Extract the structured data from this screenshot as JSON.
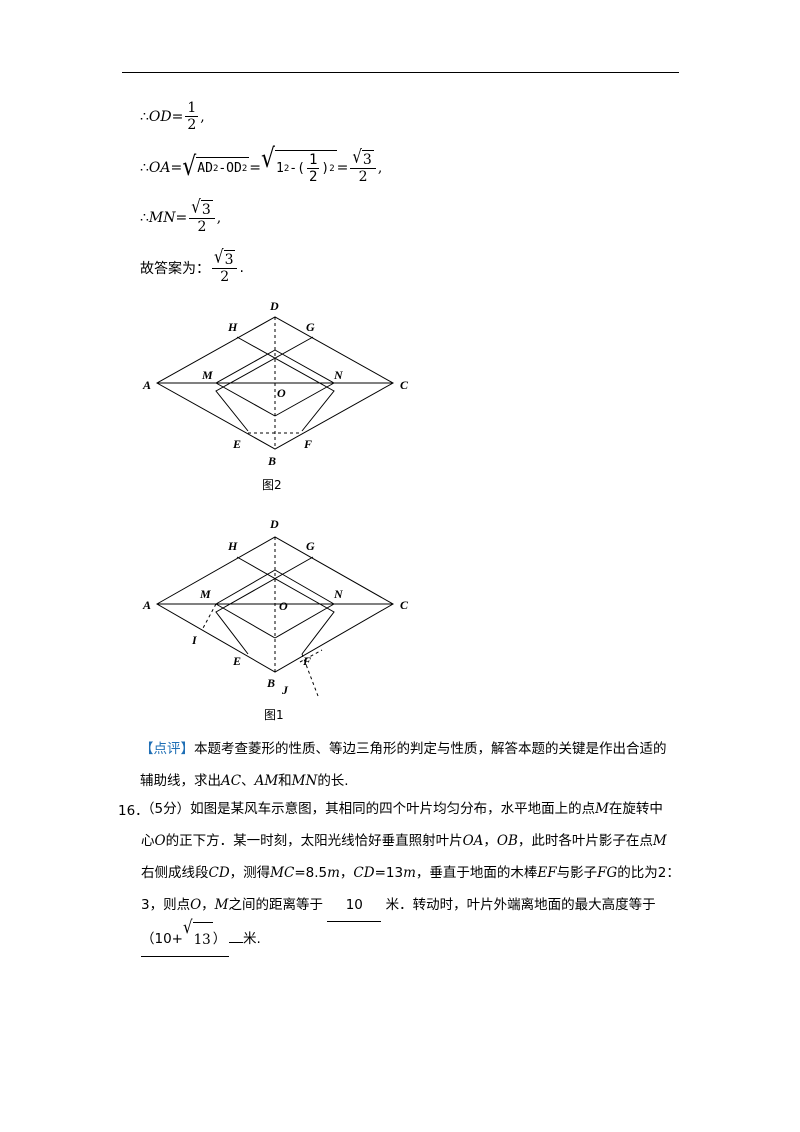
{
  "formula1": {
    "prefix": "∴",
    "lhs": "OD",
    "eq": "=",
    "num": "1",
    "den": "2",
    "tail": ","
  },
  "formula2": {
    "prefix": "∴",
    "lhs": "OA",
    "eq1": "=",
    "sqrt1": "AD",
    "sqrt1_b": "-OD",
    "exp": "2",
    "eq2": "=",
    "sqrt2_a": "1",
    "sqrt2_b": "-(",
    "sqrt2_num": "1",
    "sqrt2_den": "2",
    "sqrt2_c": ")",
    "eq3": "=",
    "res_num": "3",
    "res_den": "2",
    "tail": ","
  },
  "formula3": {
    "prefix": "∴",
    "lhs": "MN",
    "eq": "=",
    "num": "3",
    "den": "2",
    "tail": ","
  },
  "answer": {
    "label": "故答案为：",
    "num": "3",
    "den": "2",
    "tail": "."
  },
  "figure2": {
    "caption": "图2",
    "labels": {
      "A": "A",
      "B": "B",
      "C": "C",
      "D": "D",
      "E": "E",
      "F": "F",
      "G": "G",
      "H": "H",
      "M": "M",
      "N": "N",
      "O": "O"
    }
  },
  "figure1": {
    "caption": "图1",
    "labels": {
      "A": "A",
      "B": "B",
      "C": "C",
      "D": "D",
      "E": "E",
      "F": "F",
      "G": "G",
      "H": "H",
      "M": "M",
      "N": "N",
      "O": "O",
      "I": "I",
      "J": "J"
    }
  },
  "comment": {
    "tag": "【点评】",
    "line1": "本题考查菱形的性质、等边三角形的判定与性质，解答本题的关键是作出合适的",
    "line2_a": "辅助线，求出",
    "ac": "AC",
    "sep": "、",
    "am": "AM",
    "and": "和",
    "mn": "MN",
    "line2_b": "的长."
  },
  "question": {
    "number": "16．",
    "l1": "（5分）如图是某风车示意图，其相同的四个叶片均匀分布，水平地面上的点",
    "M": "M",
    "l1b": "在旋转中",
    "l2a": "心",
    "O": "O",
    "l2b": "的正下方．某一时刻，太阳光线恰好垂直照射叶片",
    "OA": "OA",
    "comma": "，",
    "OB": "OB",
    "l2c": "，此时各叶片影子在点",
    "l3a": "右侧成线段",
    "CD": "CD",
    "l3b": "，测得",
    "MC": "MC",
    "l3c": "=8.5",
    "m": "m",
    "l3d": "=13",
    "l3e": "，垂直于地面的木棒",
    "EF": "EF",
    "l3f": "与影子",
    "FG": "FG",
    "l3g": "的比为2：",
    "l4a": "3，则点",
    "l4b": "之间的距离等于",
    "ans1": "10",
    "l4c": "米．转动时，叶片外端离地面的最大高度等于",
    "ans2_a": "（10+",
    "ans2_sqrt": "13",
    "ans2_b": "）",
    "l5": "米."
  }
}
